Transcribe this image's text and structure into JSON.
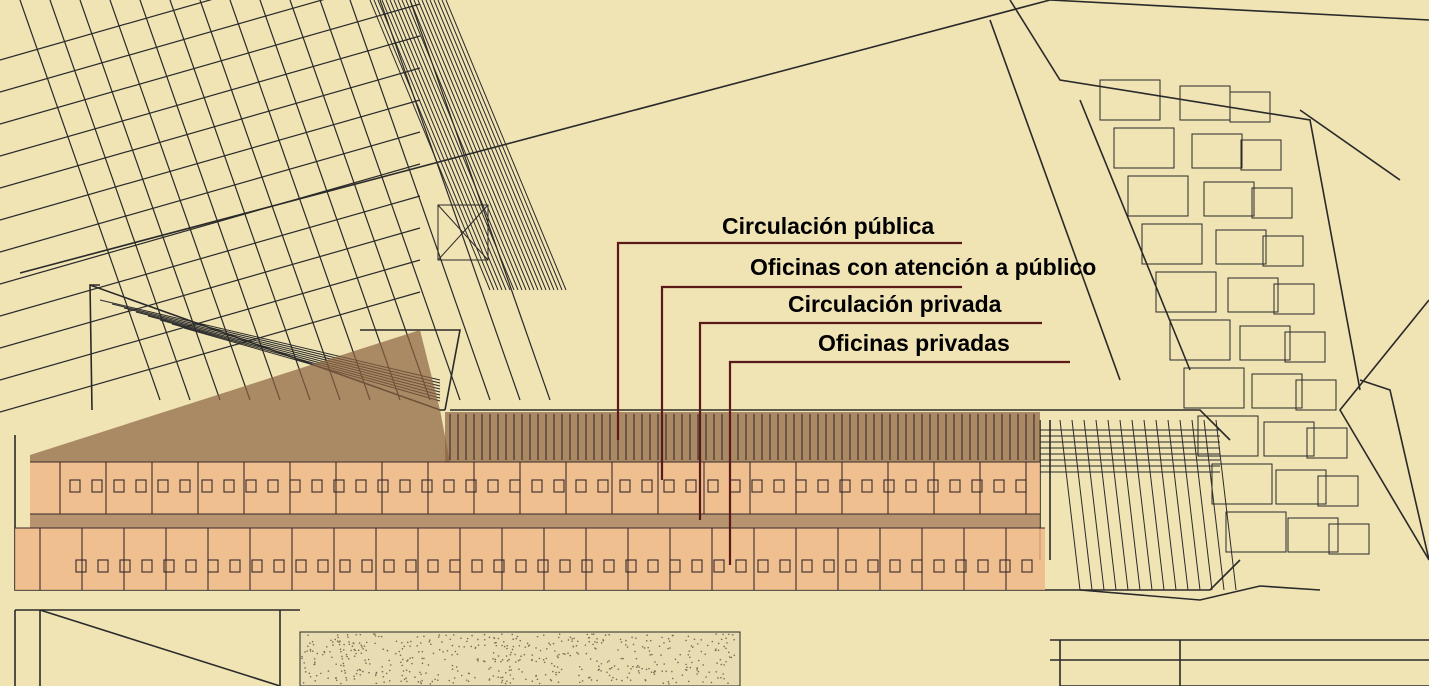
{
  "legend": {
    "items": [
      {
        "id": "public-circulation",
        "label": "Circulación pública",
        "color": "#8c6442"
      },
      {
        "id": "public-offices",
        "label": "Oficinas con atención a público",
        "color": "#eeb88a"
      },
      {
        "id": "private-circulation",
        "label": "Circulación privada",
        "color": "#ad8564"
      },
      {
        "id": "private-offices",
        "label": "Oficinas privadas",
        "color": "#eeb88a"
      }
    ],
    "leader_color": "#5a1a1a"
  },
  "plan": {
    "background": "#f0e3b4",
    "line_color": "#2a2a2a"
  }
}
